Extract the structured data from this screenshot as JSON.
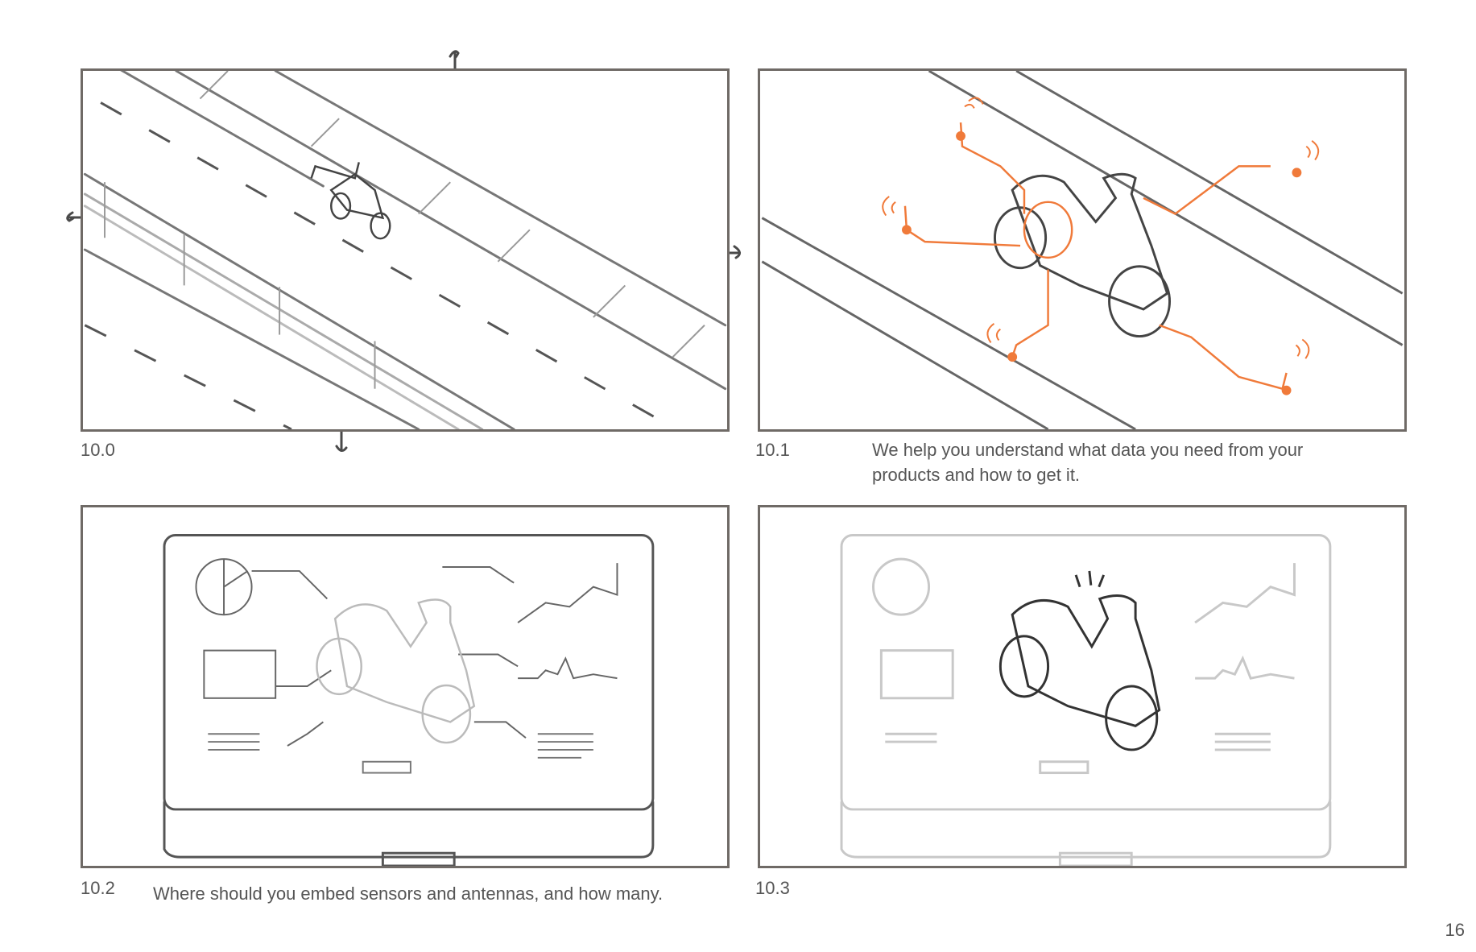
{
  "panels": [
    {
      "number": "10.0",
      "caption": ""
    },
    {
      "number": "10.1",
      "caption": "We help you understand what data you need from your products and how to get it."
    },
    {
      "number": "10.2",
      "caption": "Where should you embed sensors and antennas, and how many."
    },
    {
      "number": "10.3",
      "caption": ""
    }
  ],
  "page_number": "16",
  "colors": {
    "sketch": "#6f6a66",
    "accent": "#f07a3a"
  }
}
